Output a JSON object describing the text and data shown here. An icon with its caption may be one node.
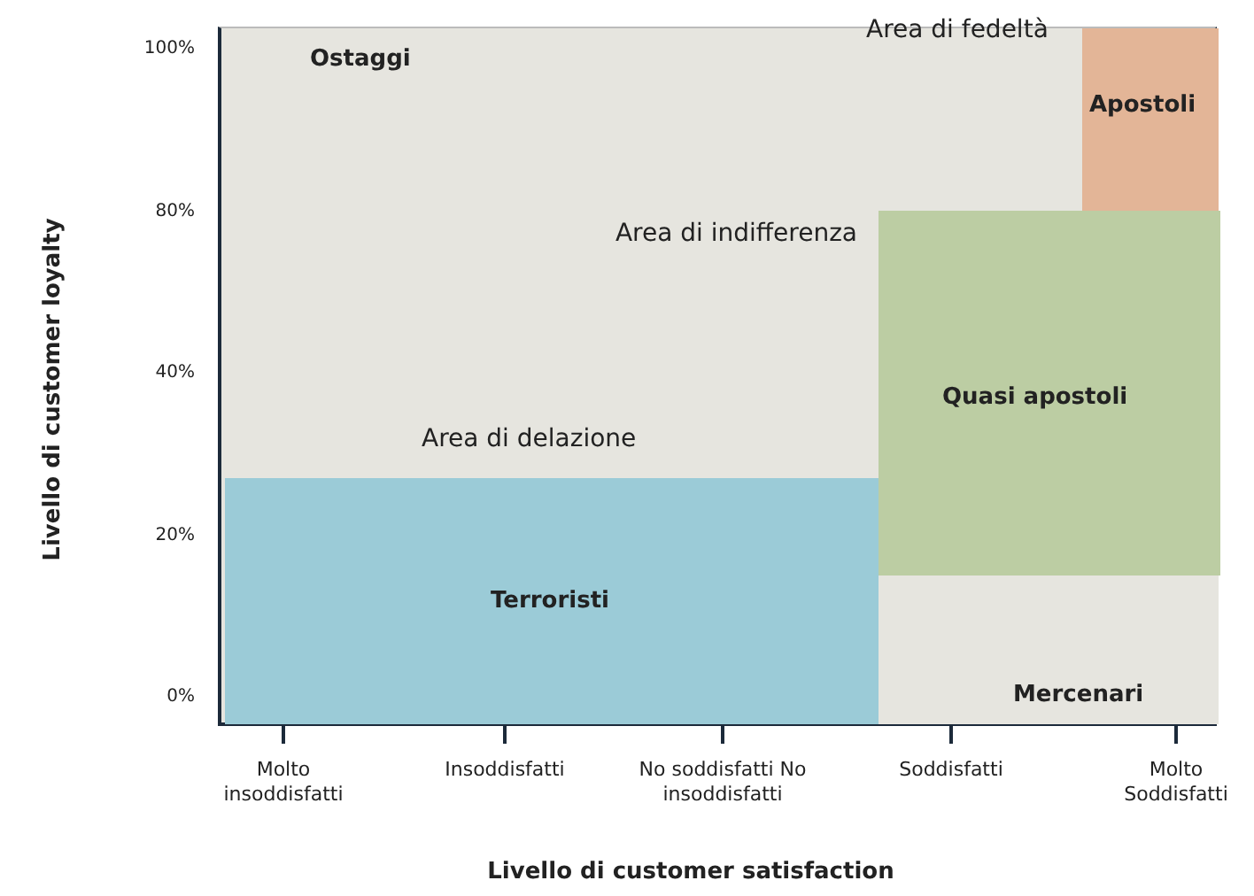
{
  "diagram": {
    "nodes": [
      {
        "text": [
          "Ostaggi"
        ]
      },
      {
        "text": [
          "Apostoli"
        ]
      },
      {
        "text": [
          "Quasi apostoli"
        ]
      },
      {
        "text": [
          "Terroristi"
        ]
      },
      {
        "text": [
          "Mercenari"
        ]
      }
    ],
    "labels": [
      "100%",
      "Area di fedeltà",
      "80%",
      "Area di indifferenza",
      "Livello di customer loyalty",
      "40%",
      "Area di delazione",
      "20%",
      "0%",
      "Molto insoddisfatti",
      "Insoddisfatti",
      "No soddisfatti No insoddisfatti",
      "Soddisfatti",
      "Molto Soddisfatti",
      "Livello di customer satisfaction"
    ]
  }
}
